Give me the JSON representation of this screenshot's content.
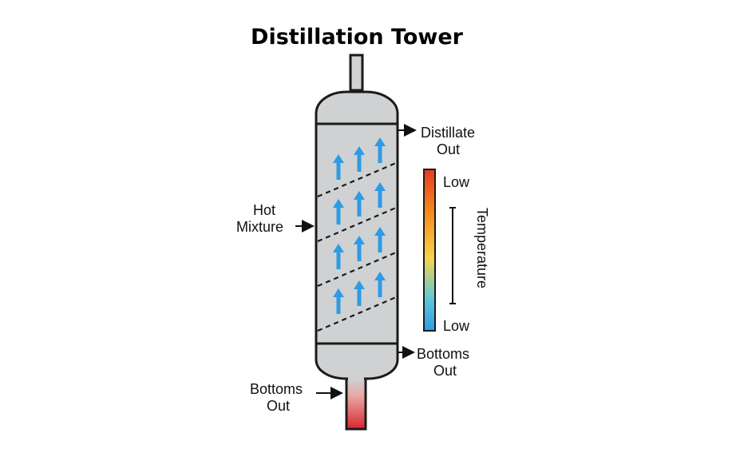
{
  "title": "Distillation Tower",
  "labels": {
    "hot_mixture": [
      "Hot",
      "Mixture"
    ],
    "distillate_out": [
      "Distillate",
      "Out"
    ],
    "bottoms_out_right": [
      "Bottoms",
      "Out"
    ],
    "bottoms_out_left": [
      "Bottoms",
      "Out"
    ]
  },
  "temperature_scale": {
    "top_label": "Low",
    "bottom_label": "Low",
    "axis_label": "Temperature",
    "gradient_colors": [
      "#e63a24",
      "#f7941d",
      "#f7d44a",
      "#5ec8d8",
      "#2e9be6"
    ]
  },
  "colors": {
    "tower_fill": "#cfd1d3",
    "tower_stroke": "#1a1a1a",
    "arrow_blue": "#2e9be6",
    "bottom_red": "#d9262e"
  },
  "vapor_arrow_count": 12
}
